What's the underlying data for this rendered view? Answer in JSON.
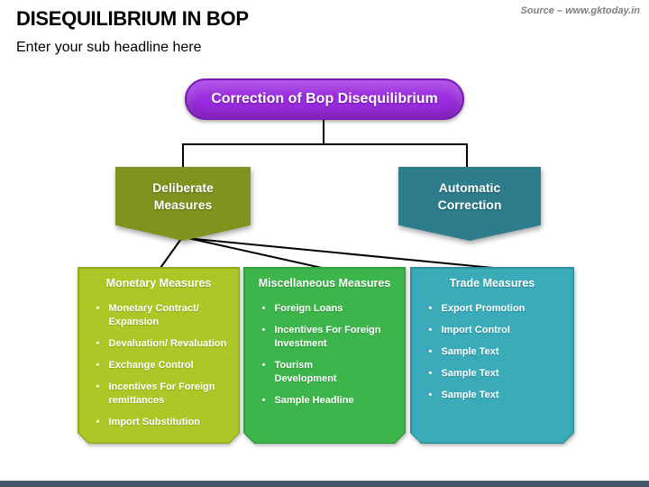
{
  "slide": {
    "title": "DISEQUILIBRIUM IN BOP",
    "subtitle": "Enter your sub headline here",
    "source": "Source – www.gktoday.in"
  },
  "diagram": {
    "root": {
      "label": "Correction of Bop Disequilibrium",
      "color": "#9b2be0"
    },
    "branches": [
      {
        "label": "Deliberate\nMeasures",
        "color": "#7f931e"
      },
      {
        "label": "Automatic\nCorrection",
        "color": "#2e7d8c"
      }
    ],
    "boxes": [
      {
        "title": "Monetary Measures",
        "color": "#adc726",
        "border": "#93a81c",
        "items": [
          "Monetary Contract/\nExpansion",
          "Devaluation/ Revaluation",
          "Exchange Control",
          "Incentives For Foreign\nremittances",
          "Import Substitution"
        ]
      },
      {
        "title": "Miscellaneous Measures",
        "color": "#3cb54a",
        "border": "#2f9e3e",
        "items": [
          "Foreign Loans",
          "Incentives For Foreign\nInvestment",
          "Tourism\nDevelopment",
          "Sample Headline"
        ]
      },
      {
        "title": "Trade Measures",
        "color": "#3aabb8",
        "border": "#2d8e9c",
        "items": [
          "Export Promotion",
          "Import Control",
          "Sample Text",
          "Sample Text",
          "Sample Text"
        ]
      }
    ]
  },
  "footer": {
    "bar_color": "#46566b"
  }
}
